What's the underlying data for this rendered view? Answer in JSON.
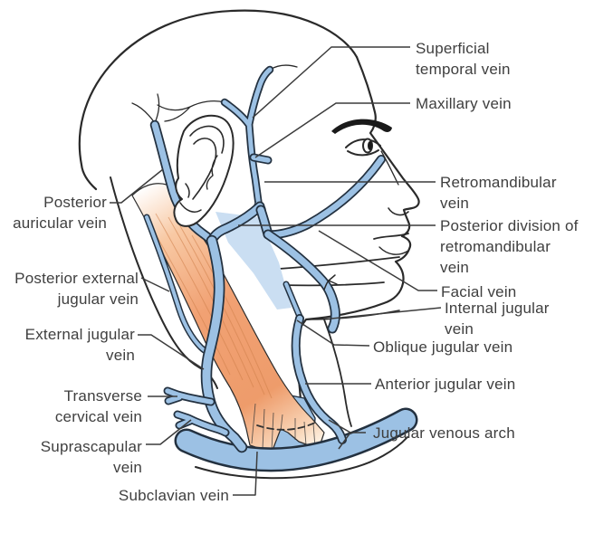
{
  "figure": {
    "type": "anatomical-diagram",
    "subject": "Veins of the head and neck, right lateral view",
    "background": "#ffffff"
  },
  "colors": {
    "vein_fill": "#9cc1e4",
    "vein_fill_light": "#cadef2",
    "vein_outline": "#233140",
    "muscle_mid": "#f1a173",
    "muscle_light": "#f8c9a4",
    "muscle_striation": "#cf7f4a",
    "line_art": "#2a2a2a",
    "leader_line": "#3c3c3c",
    "label_text": "#3f3f3f"
  },
  "labels": {
    "superficial_temporal": {
      "lines": [
        "Superficial",
        "temporal vein"
      ]
    },
    "maxillary": {
      "lines": [
        "Maxillary vein"
      ]
    },
    "retromandibular": {
      "lines": [
        "Retromandibular",
        "vein"
      ]
    },
    "posterior_division": {
      "lines": [
        "Posterior division of",
        "retromandibular",
        "vein"
      ]
    },
    "facial": {
      "lines": [
        "Facial vein"
      ]
    },
    "internal_jugular": {
      "lines": [
        "Internal jugular",
        "vein"
      ]
    },
    "oblique_jugular": {
      "lines": [
        "Oblique jugular vein"
      ]
    },
    "anterior_jugular": {
      "lines": [
        "Anterior jugular vein"
      ]
    },
    "jugular_venous_arch": {
      "lines": [
        "Jugular venous arch"
      ]
    },
    "posterior_auricular": {
      "lines": [
        "Posterior",
        "auricular vein"
      ]
    },
    "posterior_external_jugular": {
      "lines": [
        "Posterior external",
        "jugular vein"
      ]
    },
    "external_jugular": {
      "lines": [
        "External jugular",
        "vein"
      ]
    },
    "transverse_cervical": {
      "lines": [
        "Transverse",
        "cervical vein"
      ]
    },
    "suprascapular": {
      "lines": [
        "Suprascapular",
        "vein"
      ]
    },
    "subclavian": {
      "lines": [
        "Subclavian vein"
      ]
    }
  }
}
